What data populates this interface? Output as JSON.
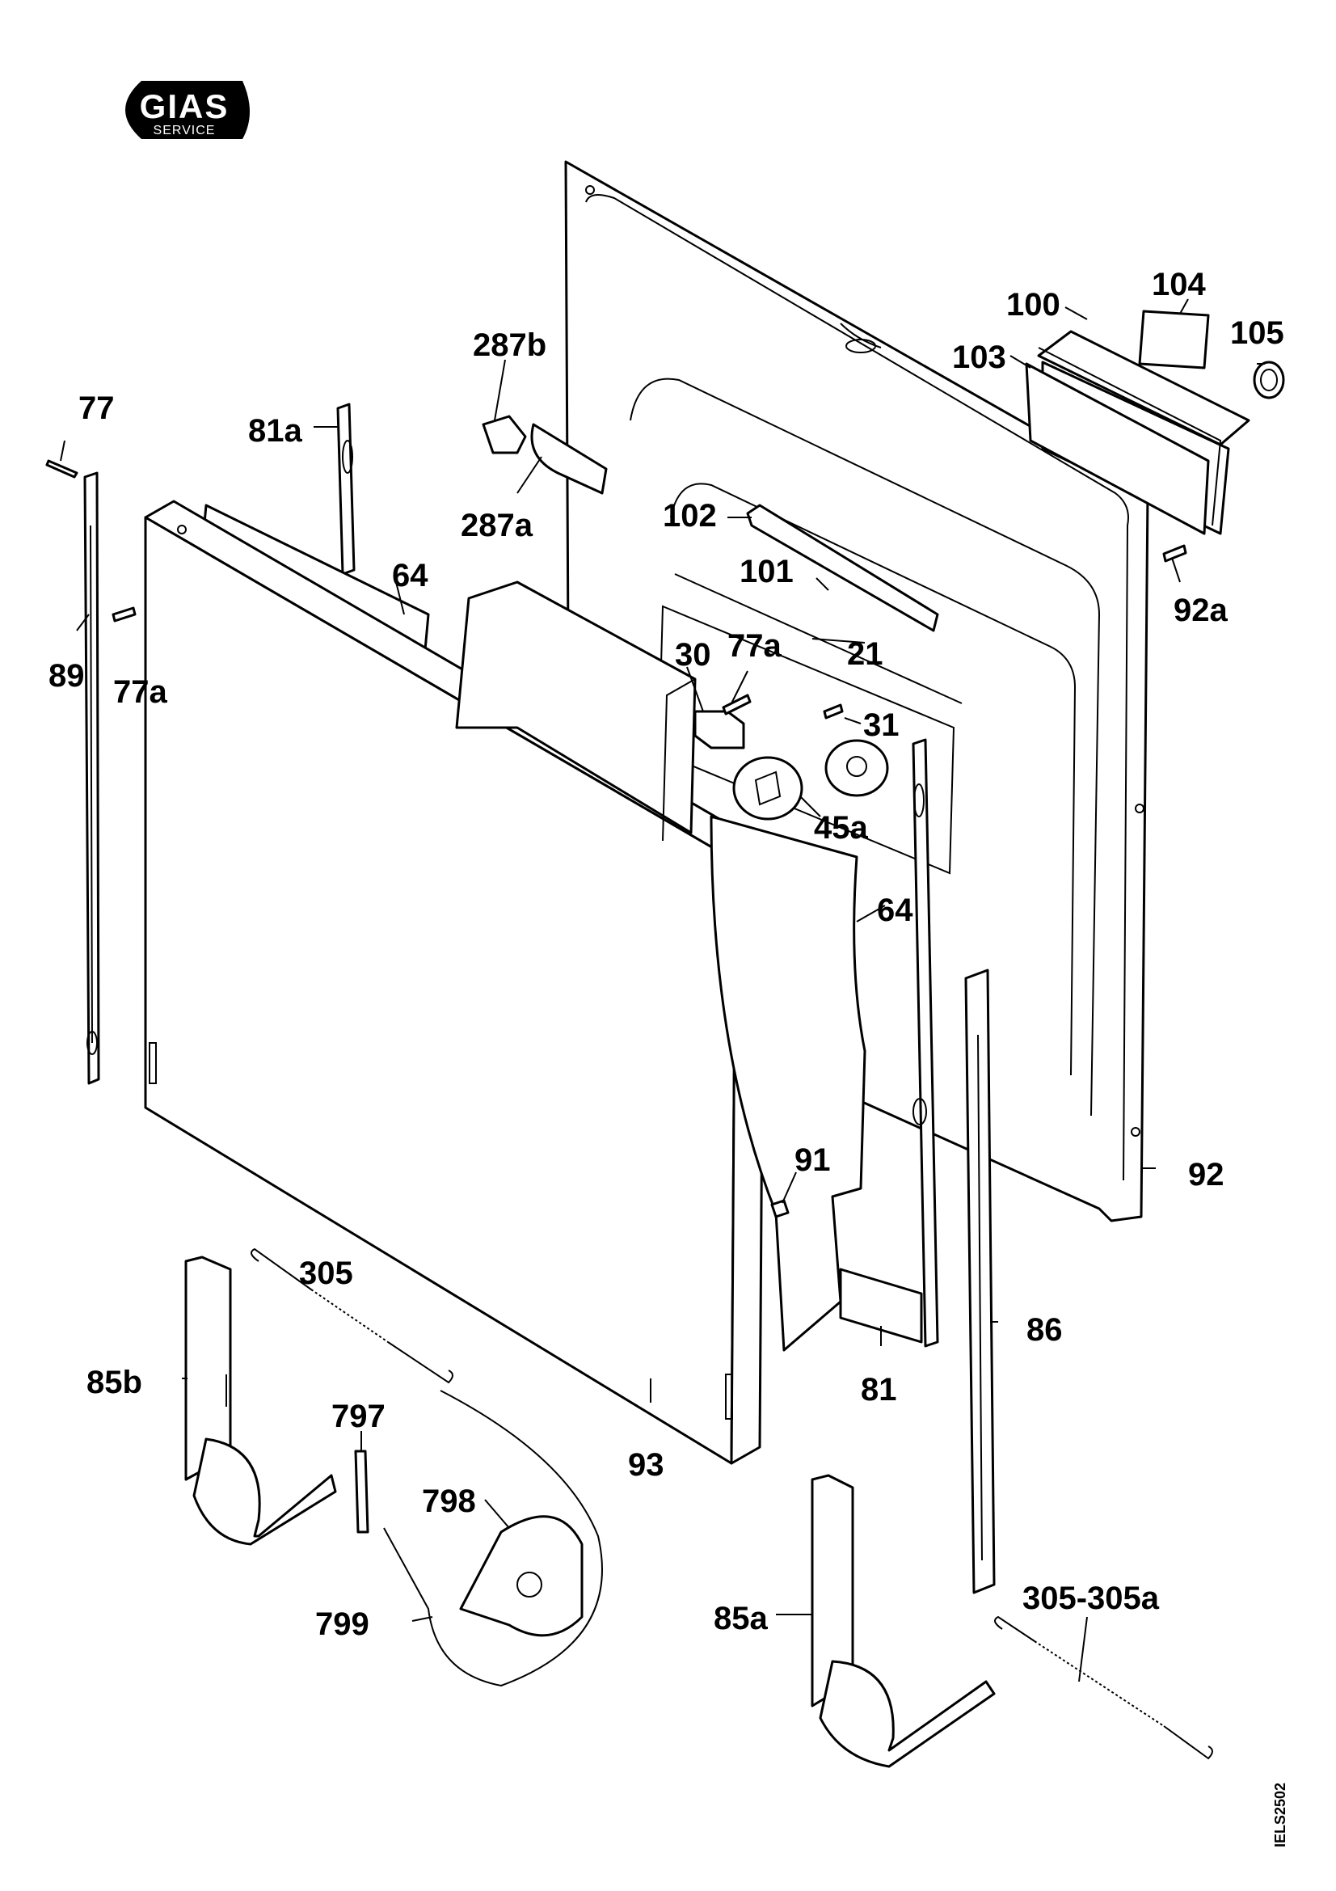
{
  "logo": {
    "brand": "GIAS",
    "subtitle": "SERVICE"
  },
  "drawing_code": "IELS2502",
  "labels": {
    "p77": "77",
    "p81a": "81a",
    "p287b": "287b",
    "p287a": "287a",
    "p100": "100",
    "p104": "104",
    "p105": "105",
    "p103": "103",
    "p102": "102",
    "p101": "101",
    "p64_top": "64",
    "p89": "89",
    "p77a_left": "77a",
    "p30": "30",
    "p77a_mid": "77a",
    "p21": "21",
    "p92a": "92a",
    "p31": "31",
    "p45a": "45a",
    "p64_mid": "64",
    "p91": "91",
    "p92": "92",
    "p305": "305",
    "p85b": "85b",
    "p86": "86",
    "p81": "81",
    "p797": "797",
    "p93": "93",
    "p798": "798",
    "p799": "799",
    "p85a": "85a",
    "p305_305a": "305-305a"
  }
}
